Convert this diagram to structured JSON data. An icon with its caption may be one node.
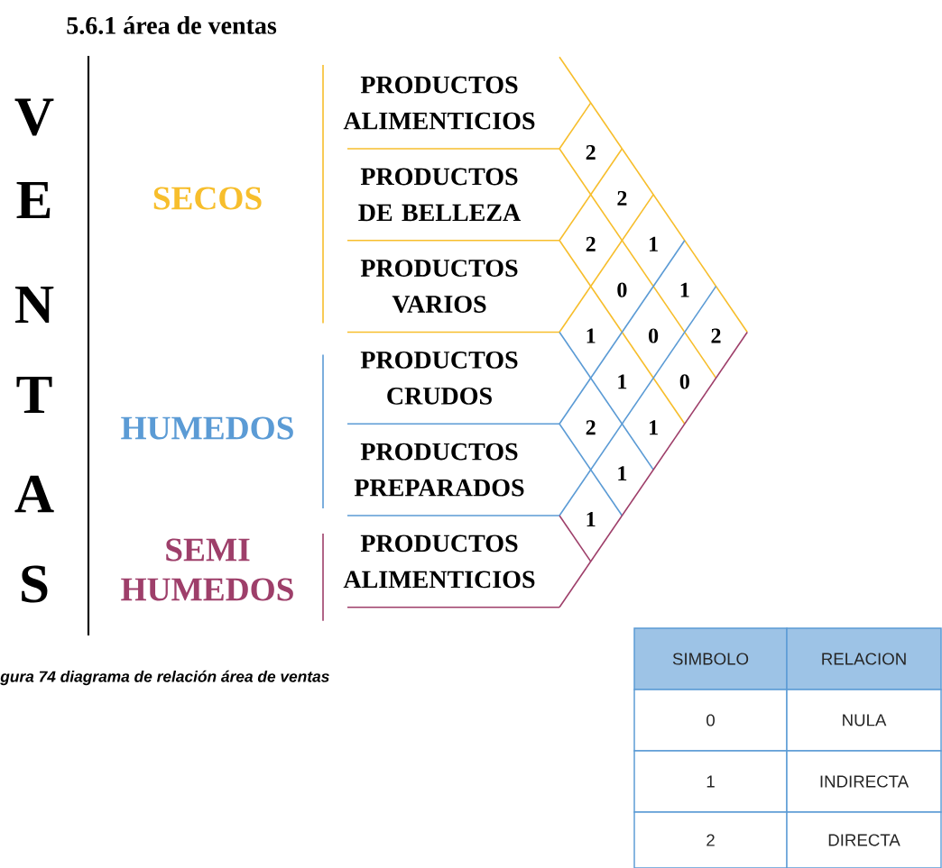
{
  "diagram": {
    "title": "5.6.1 área de ventas",
    "caption": "gura 74 diagrama de relación área de ventas",
    "nodes": [
      {
        "text": [
          "PRODUCTOS ALIMENTICIOS"
        ]
      },
      {
        "text": [
          "PRODUCTOS DE BELLEZA"
        ]
      },
      {
        "text": [
          "PRODUCTOS VARIOS"
        ]
      },
      {
        "text": [
          "PRODUCTOS CRUDOS"
        ]
      },
      {
        "text": [
          "PRODUCTOS PREPARADOS"
        ]
      },
      {
        "text": [
          "PRODUCTOS ALIMENTICIOS"
        ]
      },
      {
        "text": [
          "2"
        ]
      },
      {
        "text": [
          "2"
        ]
      },
      {
        "text": [
          "2"
        ]
      },
      {
        "text": [
          "1"
        ]
      },
      {
        "text": [
          "0"
        ]
      },
      {
        "text": [
          "1"
        ]
      },
      {
        "text": [
          "1"
        ]
      },
      {
        "text": [
          "0"
        ]
      },
      {
        "text": [
          "2"
        ]
      },
      {
        "text": [
          "1"
        ]
      },
      {
        "text": [
          "0"
        ]
      },
      {
        "text": [
          "2"
        ]
      },
      {
        "text": [
          "1"
        ]
      },
      {
        "text": [
          "1"
        ]
      },
      {
        "text": [
          "1"
        ]
      }
    ],
    "labels": [
      "V",
      "E",
      "N",
      "T",
      "A",
      "S",
      "SECOS",
      "HUMEDOS",
      "SEMI HUMEDOS",
      "SIMBOLO",
      "RELACION",
      "0",
      "NULA",
      "1",
      "INDIRECTA",
      "2",
      "DIRECTA"
    ]
  }
}
